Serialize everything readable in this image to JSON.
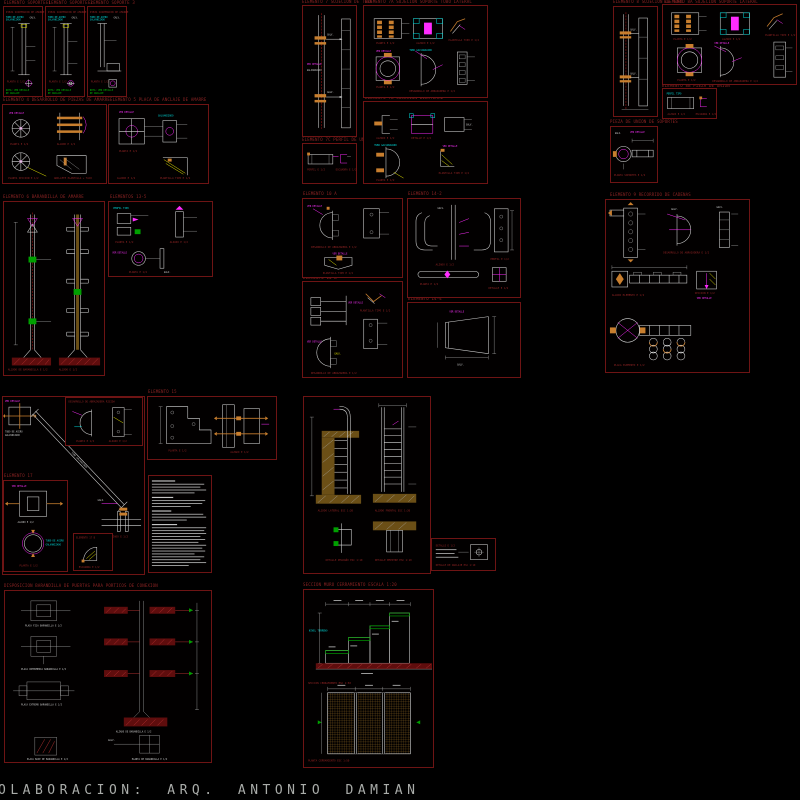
{
  "caption": "OLABORACION:  ARQ.  ANTONIO  DAMIAN",
  "colors": {
    "background": "#000000",
    "panel_border": "#6e1414",
    "title_red": "#8e2424",
    "line_white": "#d9d9d9",
    "accent_magenta": "#ff2cff",
    "accent_cyan": "#00e0e0",
    "accent_green": "#00b400",
    "accent_yellow": "#e8e800",
    "accent_orange": "#c87e2e",
    "hatch_red": "#5f0d0d",
    "hatch_tan": "#6b4f16"
  },
  "titles": {
    "t_tl1": "ELEMENTO SOPORTE 1",
    "t_tl2": "ELEMENTO SOPORTE 2",
    "t_tl3": "ELEMENTO SOPORTE 3",
    "sub_tl": "PIEZA SUSPENSION DE AMARRE",
    "t_tld": "ELEMENTO 4 DESARROLLO DE PIEZAS DE AMARRE",
    "t_tle": "ELEMENTO 5 PLACA DE ANCLAJE DE AMARRE",
    "t_mla": "ELEMENTO 6 BARANDILLA DE AMARRE",
    "t_mlb": "ELEMENTOS 13-5",
    "t_tma": "ELEMENTO 7 SUJECION DE TUBO",
    "t_tmb": "ELEMENTO 7A SUJECION SOPORTE TUBO LATERAL",
    "t_tmc": "ELEMENTO 7B SUJECION BILATERAL",
    "t_tmd": "ELEMENTO 7C PERFIL DE UNION",
    "t_tra": "ELEMENTO 8 SUJECION DE TUBO",
    "t_trb": "ELEMENTO 8A SUJECION SOPORTE LATERAL",
    "t_trc": "ELEMENTO 8B PIEZA DE UNION",
    "t_trd": "PIEZA DE UNION DE SOPORTES",
    "t_mra": "ELEMENTO 9 RECORRIDO DE CADENAS",
    "t_mca": "ELEMENTO 10 A",
    "t_mcb": "ELEMENTO 10 B",
    "t_mcc": "ELEMENTO 14-2",
    "t_mcd": "ELEMENTO 14-4",
    "t_lldev": "DESARROLLO DE ABRAZADERA RIGIDA",
    "t_llel": "ELEMENTO 17",
    "t_llsm": "ELEMENTO 17 B",
    "t_llb": "ELEMENTO 15",
    "t_bl": "DISPOSICION BARANDILLA DE PUERTAS PARA PORTICOS DE CONEXION",
    "t_bc": "SECCION MURO CERRAMIENTO ESCALA 1:20"
  },
  "lbl": {
    "planta": "PLANTA E 1/2",
    "alzado": "ALZADO E 1/2",
    "detalle": "DETALLE E 1/2",
    "plantilla": "PLANTILLA TIPO E 1/2",
    "escuadra": "ESCUADRA E 1/2",
    "perfil": "PERFIL E 1/2",
    "desarrollo": "DESARROLLO DE ABRAZADERA E 1/2",
    "planta_seccion": "PLANTA SECCION E 1/2",
    "grillete": "GRILLETE PLANTILLA + TACO",
    "soportes": "PLANTA SOPORTES E 1/2",
    "alz_elem": "ALZADO ELEMENTO E 1/2",
    "placa_elem": "PLACA ELEMENTO E 1/2",
    "seccion_e": "SECCION E 1/2",
    "c1": "TUBO DE ACERO",
    "c2": "GALVANIZADO",
    "w1": "GALV.",
    "g1": "NOTA: VER DETALLE",
    "g2": "DE ANCLAJE",
    "ver": "VER DETALLE",
    "tubo_c": "TUBO GALVANIZADO",
    "perfil_c": "PERFIL TIPO",
    "nivel": "NIVEL TERRENO",
    "alz_lat": "ALZADO LATERAL ESC 1:20",
    "alz_fro": "ALZADO FRONTAL ESC 1:20",
    "det_peld": "DETALLE PELDAÑO ESC 1:10",
    "det_emp": "DETALLE EMPOTRE ESC 1:10",
    "det_anc": "DETALLE DE ANCLAJE ESC 1:10",
    "seccion": "SECCION CERRAMIENTO ESC 1:50",
    "planta_cerr": "PLANTA CERRAMIENTO ESC 1:50",
    "alz_bar": "ALZADO DE BARANDILLA E 1/2",
    "placa_fija": "PLACA FIJA BARANDILLA E 1/2",
    "placa_int": "PLACA INTERMEDIA BARANDILLA E 1/2",
    "placa_ext": "PLACA EXTREMO BARANDILLA E 1/2",
    "placa_base": "PLACA BASE DE BARANDILLA E 1/2",
    "planta_bar": "PLANTA DE BARANDILLA E 1/2"
  }
}
